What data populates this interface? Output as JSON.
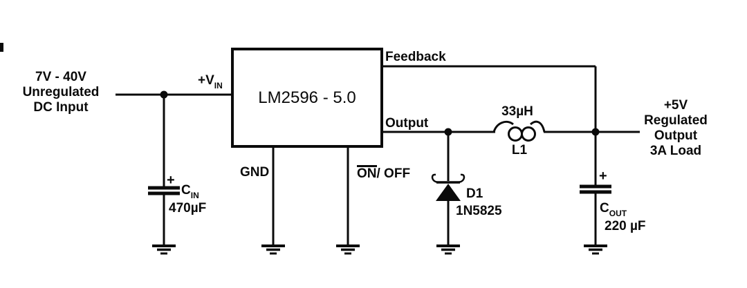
{
  "colors": {
    "line": "#0a0a0a",
    "text": "#0a0a0a",
    "background": "#ffffff"
  },
  "input": {
    "lines": [
      "7V - 40V",
      "Unregulated",
      "DC Input"
    ]
  },
  "ic": {
    "label": "LM2596 - 5.0",
    "vin_main": "+V",
    "vin_sub": "IN",
    "feedback": "Feedback",
    "output": "Output",
    "gnd": "GND",
    "on": "ON",
    "off": "/ OFF"
  },
  "cap_in": {
    "plus": "+",
    "ref_main": "C",
    "ref_sub": "IN",
    "value": "470µF"
  },
  "cap_out": {
    "plus": "+",
    "ref_main": "C",
    "ref_sub": "OUT",
    "value": "220 µF"
  },
  "inductor": {
    "value": "33µH",
    "ref": "L1"
  },
  "diode": {
    "ref": "D1",
    "part": "1N5825"
  },
  "output": {
    "lines": [
      "+5V",
      "Regulated",
      "Output",
      "3A Load"
    ]
  }
}
